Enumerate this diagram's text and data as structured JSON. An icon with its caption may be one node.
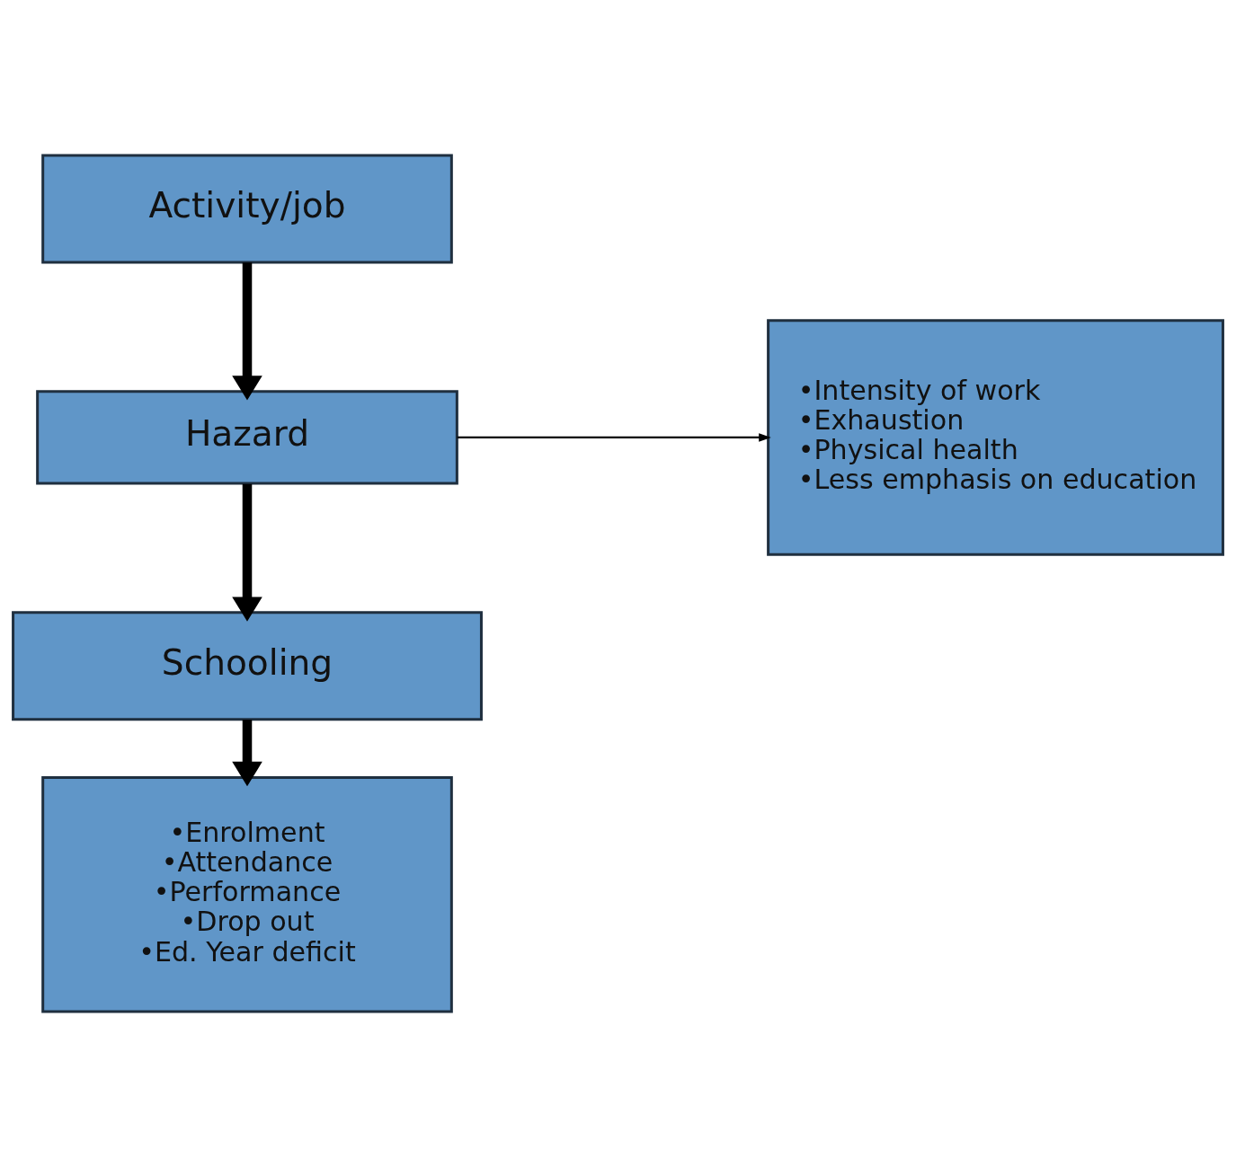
{
  "diagram": {
    "nodes": [
      {
        "text": [
          "Activity/job"
        ]
      },
      {
        "text": [
          "Hazard"
        ]
      },
      {
        "text": [
          "•Intensity of work",
          "•Exhaustion",
          "•Physical health",
          "•Less emphasis on education"
        ]
      },
      {
        "text": [
          "Schooling"
        ]
      },
      {
        "text": [
          "•Enrolment",
          "•Attendance",
          "•Performance",
          "•Drop out",
          "•Ed. Year deficit"
        ]
      }
    ],
    "edges": [
      {
        "from": 0,
        "to": 1,
        "arrow": "to"
      },
      {
        "from": 1,
        "to": 2,
        "arrow": "to"
      },
      {
        "from": 1,
        "to": 3,
        "arrow": "to"
      },
      {
        "from": 3,
        "to": 4,
        "arrow": "to"
      }
    ]
  }
}
